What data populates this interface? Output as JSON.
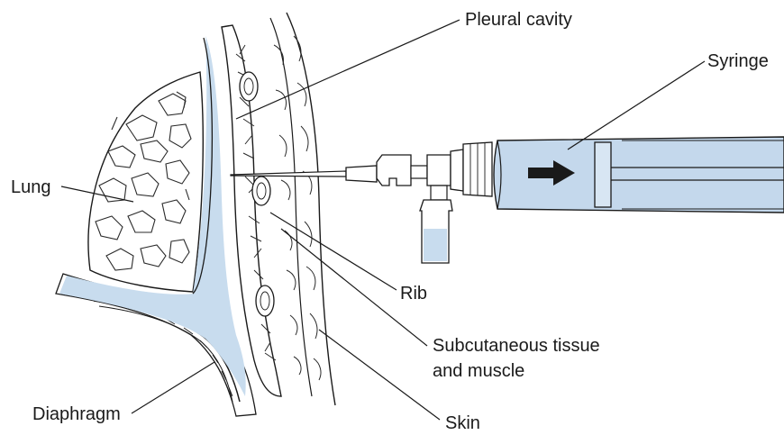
{
  "labels": {
    "pleural_cavity": "Pleural cavity",
    "syringe": "Syringe",
    "lung": "Lung",
    "rib": "Rib",
    "subcutaneous_line1": "Subcutaneous tissue",
    "subcutaneous_line2": "and muscle",
    "diaphragm": "Diaphragm",
    "skin": "Skin"
  },
  "colors": {
    "fluid": "#c8dcee",
    "syringe_barrel": "#c4d8ec",
    "outline": "#1a1a1a",
    "background": "#ffffff"
  }
}
